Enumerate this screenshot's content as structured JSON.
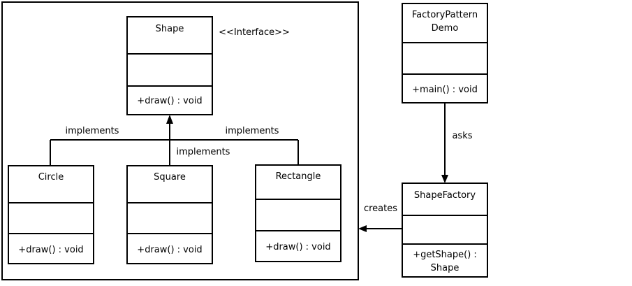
{
  "diagram": {
    "shape": {
      "name": "Shape",
      "stereotype": "<<Interface>>",
      "method": "+draw() : void"
    },
    "circle": {
      "name": "Circle",
      "method": "+draw() : void"
    },
    "square": {
      "name": "Square",
      "method": "+draw() : void"
    },
    "rectangle": {
      "name": "Rectangle",
      "method": "+draw() : void"
    },
    "factory_pattern_demo": {
      "name_line1": "FactoryPattern",
      "name_line2": "Demo",
      "method": "+main() : void"
    },
    "shape_factory": {
      "name": "ShapeFactory",
      "method_line1": "+getShape() :",
      "method_line2": "Shape"
    },
    "relations": {
      "implements_left": "implements",
      "implements_center": "implements",
      "implements_right": "implements",
      "asks": "asks",
      "creates": "creates"
    },
    "colors": {
      "stroke": "#000000",
      "background": "#ffffff"
    }
  }
}
